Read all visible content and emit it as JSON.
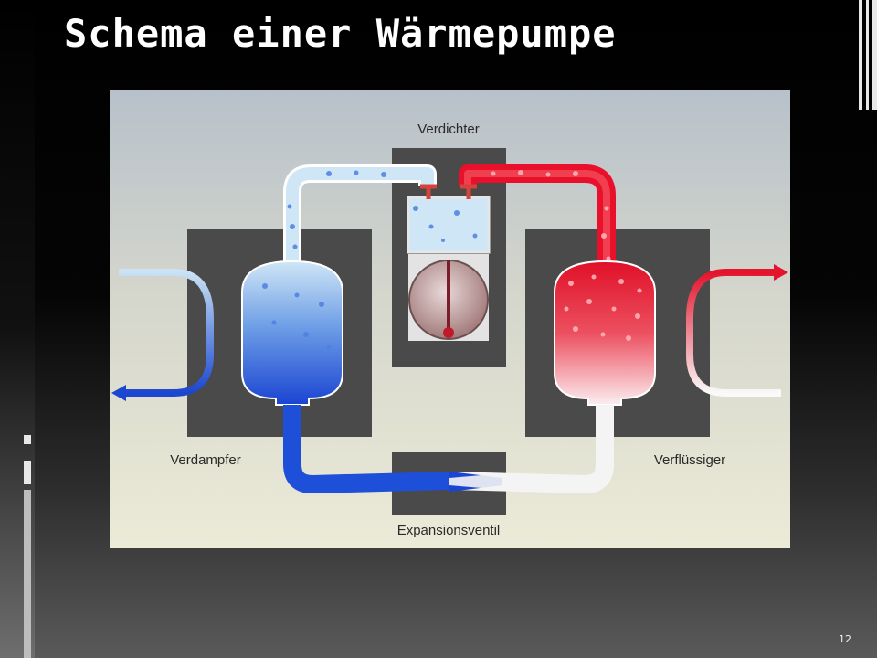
{
  "slide": {
    "title": "Schema einer Wärmepumpe",
    "page_number": "12"
  },
  "diagram": {
    "labels": {
      "compressor": "Verdichter",
      "evaporator": "Verdampfer",
      "condenser": "Verflüssiger",
      "expansion_valve": "Expansionsventil"
    },
    "colors": {
      "cold": "#1e4fd8",
      "cold_light": "#cfe6f6",
      "hot": "#e8102a",
      "hot_light": "#fbe4e6",
      "housing": "#4a4a4a"
    }
  }
}
